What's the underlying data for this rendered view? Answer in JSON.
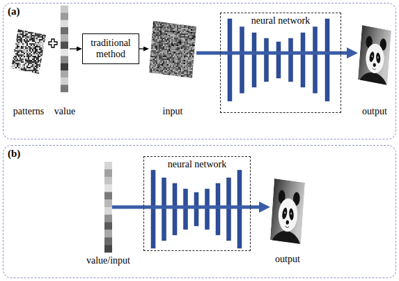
{
  "diagram": {
    "nodes": [
      {
        "text": [
          "(a)"
        ]
      },
      {
        "text": [
          "patterns"
        ],
        "in": 0
      },
      {
        "text": [
          "value"
        ],
        "in": 0
      },
      {
        "text": [
          "traditional method"
        ],
        "in": 0
      },
      {
        "text": [
          "input"
        ],
        "in": 0
      },
      {
        "text": [
          "neural network"
        ],
        "in": 0
      },
      {
        "text": [
          "output"
        ],
        "in": 0
      },
      {
        "text": [
          "(b)"
        ]
      },
      {
        "text": [
          "value/input"
        ],
        "in": 7
      },
      {
        "text": [
          "neural network"
        ],
        "in": 7
      },
      {
        "text": [
          "output"
        ],
        "in": 7
      }
    ],
    "edges": [
      {
        "from": 2,
        "to": 3,
        "arrow": "to"
      },
      {
        "from": 3,
        "to": 4,
        "arrow": "to"
      },
      {
        "from": 4,
        "to": 6,
        "arrow": "to"
      },
      {
        "from": 8,
        "to": 10,
        "arrow": "to"
      }
    ]
  }
}
